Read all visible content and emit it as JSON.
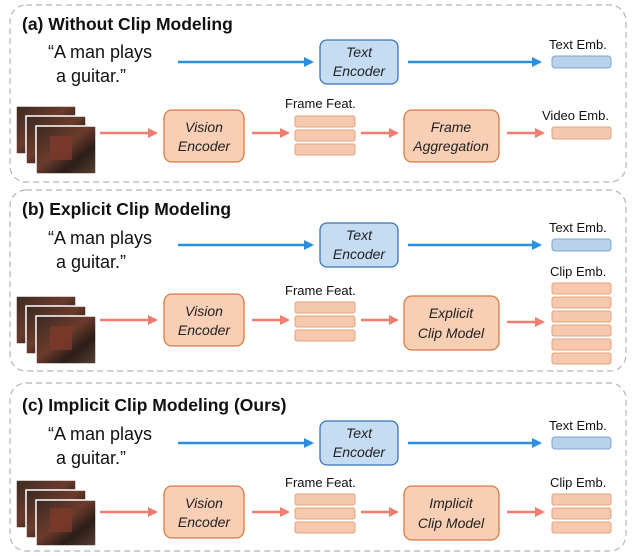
{
  "colors": {
    "panel_border": "#b5b5b5",
    "text_encoder_fill": "#c6dcf2",
    "text_encoder_stroke": "#3b75b5",
    "vision_fill": "#f8cfb4",
    "vision_stroke": "#d97b45",
    "text_arrow": "#2a8fde",
    "video_arrow": "#ef7e70",
    "text_emb_fill": "#b9d2ec",
    "text_emb_stroke": "#7fa6cf",
    "feat_fill": "#f6c9ae",
    "feat_stroke": "#e3a27e"
  },
  "panels": [
    {
      "title": "(a) Without Clip Modeling",
      "caption_line1": "“A man plays",
      "caption_line2": "a guitar.”",
      "text_encoder_line1": "Text",
      "text_encoder_line2": "Encoder",
      "text_emb_label": "Text Emb.",
      "vision_encoder_line1": "Vision",
      "vision_encoder_line2": "Encoder",
      "frame_feat_label": "Frame Feat.",
      "model_line1": "Frame",
      "model_line2": "Aggregation",
      "output_label": "Video Emb.",
      "output_bars": 1
    },
    {
      "title": "(b) Explicit Clip Modeling",
      "caption_line1": "“A man plays",
      "caption_line2": "a guitar.”",
      "text_encoder_line1": "Text",
      "text_encoder_line2": "Encoder",
      "text_emb_label": "Text Emb.",
      "vision_encoder_line1": "Vision",
      "vision_encoder_line2": "Encoder",
      "frame_feat_label": "Frame Feat.",
      "model_line1": "Explicit",
      "model_line2": "Clip Model",
      "output_label": "Clip Emb.",
      "output_bars": 6
    },
    {
      "title": "(c) Implicit Clip Modeling (Ours)",
      "caption_line1": "“A man plays",
      "caption_line2": "a guitar.”",
      "text_encoder_line1": "Text",
      "text_encoder_line2": "Encoder",
      "text_emb_label": "Text Emb.",
      "vision_encoder_line1": "Vision",
      "vision_encoder_line2": "Encoder",
      "frame_feat_label": "Frame Feat.",
      "model_line1": "Implicit",
      "model_line2": "Clip Model",
      "output_label": "Clip Emb.",
      "output_bars": 3
    }
  ]
}
